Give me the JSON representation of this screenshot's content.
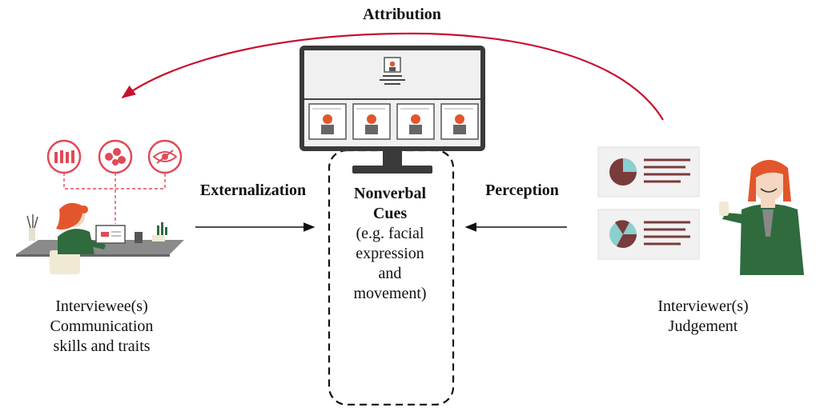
{
  "diagram": {
    "attribution_label": "Attribution",
    "externalization_label": "Externalization",
    "perception_label": "Perception",
    "cues": {
      "title_line1": "Nonverbal",
      "title_line2": "Cues",
      "desc_line1": "(e.g. facial",
      "desc_line2": "expression",
      "desc_line3": "and",
      "desc_line4": "movement)"
    },
    "interviewee": {
      "line1": "Interviewee(s)",
      "line2": "Communication",
      "line3": "skills and traits"
    },
    "interviewer": {
      "line1": "Interviewer(s)",
      "line2": "Judgement"
    },
    "colors": {
      "accent_red": "#d11f2f",
      "icon_red": "#e04a57",
      "hair_orange": "#e2562c",
      "suit_green": "#2f6b3d",
      "monitor_dark": "#3a3a3a",
      "screen_bg": "#f2f2f2",
      "chart_maroon": "#7a3b3b",
      "chart_teal": "#8ccfcf"
    },
    "icons": [
      "people-icon",
      "network-icon",
      "eye-icon",
      "pie-chart-icon",
      "monitor-icon"
    ]
  }
}
